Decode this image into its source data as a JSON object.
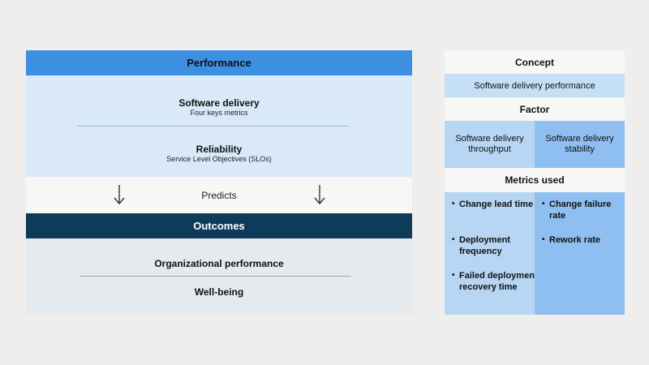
{
  "left": {
    "performance_header": "Performance",
    "software_delivery": {
      "title": "Software delivery",
      "subtitle": "Four keys metrics"
    },
    "reliability": {
      "title": "Reliability",
      "subtitle": "Service Level Objectives (SLOs)"
    },
    "predicts": "Predicts",
    "arrow_glyph": "↓",
    "outcomes_header": "Outcomes",
    "outcomes": [
      "Organizational performance",
      "Well-being"
    ]
  },
  "right": {
    "concept_label": "Concept",
    "concept_value": "Software delivery performance",
    "factor_label": "Factor",
    "factors": [
      "Software delivery throughput",
      "Software delivery stability"
    ],
    "metrics_label": "Metrics used",
    "bullet": "•",
    "metrics_throughput": [
      "Change lead time",
      "Deployment frequency",
      "Failed deployment recovery time"
    ],
    "metrics_stability": [
      "Change failure rate",
      "Rework rate"
    ]
  },
  "colors": {
    "background": "#efeeec",
    "performance_header": "#3d8fe1",
    "performance_body": "#d9e9f8",
    "predicts_row": "#f7f7f6",
    "outcomes_header": "#0d3b59",
    "outcomes_body": "#e4eaee",
    "light_blue": "#b6d6f4",
    "mid_blue": "#8ebff0",
    "concept_blue": "#c5dff6"
  },
  "icons": [
    "arrow-down-icon"
  ]
}
